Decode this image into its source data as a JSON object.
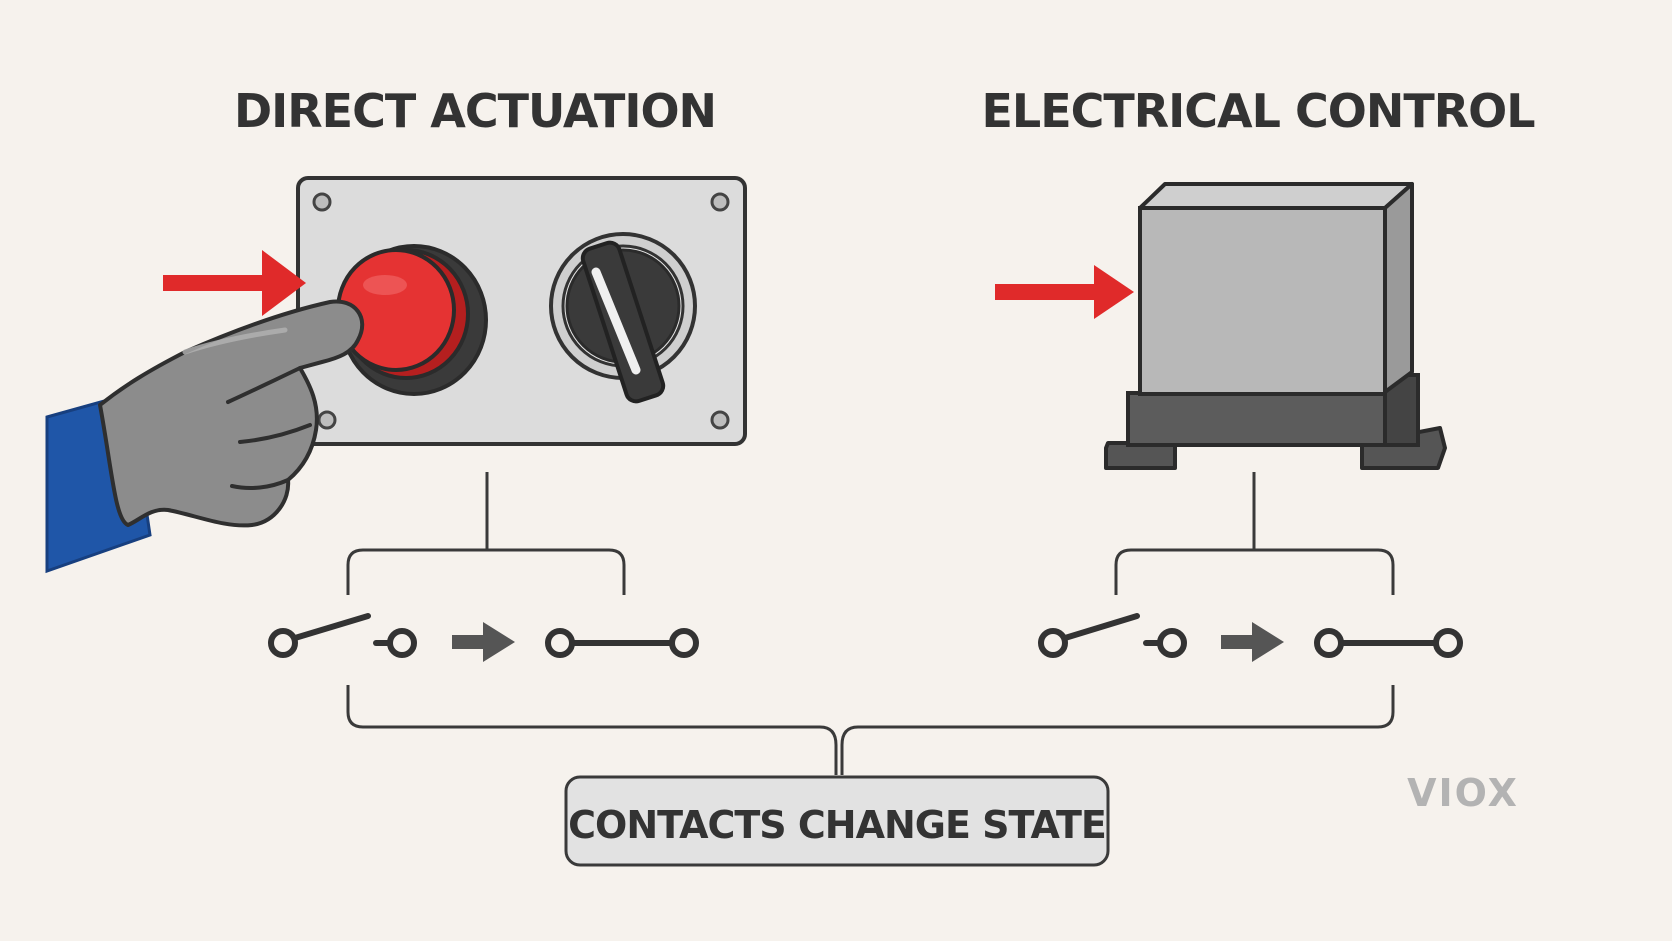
{
  "left_panel": {
    "title": "DIRECT ACTUATION",
    "device": "push-button-and-selector-switch-panel",
    "actuator": "gloved-hand"
  },
  "right_panel": {
    "title": "ELECTRICAL CONTROL",
    "device": "relay-coil-module"
  },
  "result_label": "CONTACTS CHANGE STATE",
  "logo_text": "VIOX",
  "colors": {
    "background": "#f6f2ed",
    "ink": "#333333",
    "arrow_red": "#e02a2a",
    "button_red": "#e53333",
    "glove_gray": "#8c8c8c",
    "sleeve_blue": "#1f56a8",
    "logo_gray": "#b3b3b3",
    "logo_red": "#f09a9a"
  }
}
